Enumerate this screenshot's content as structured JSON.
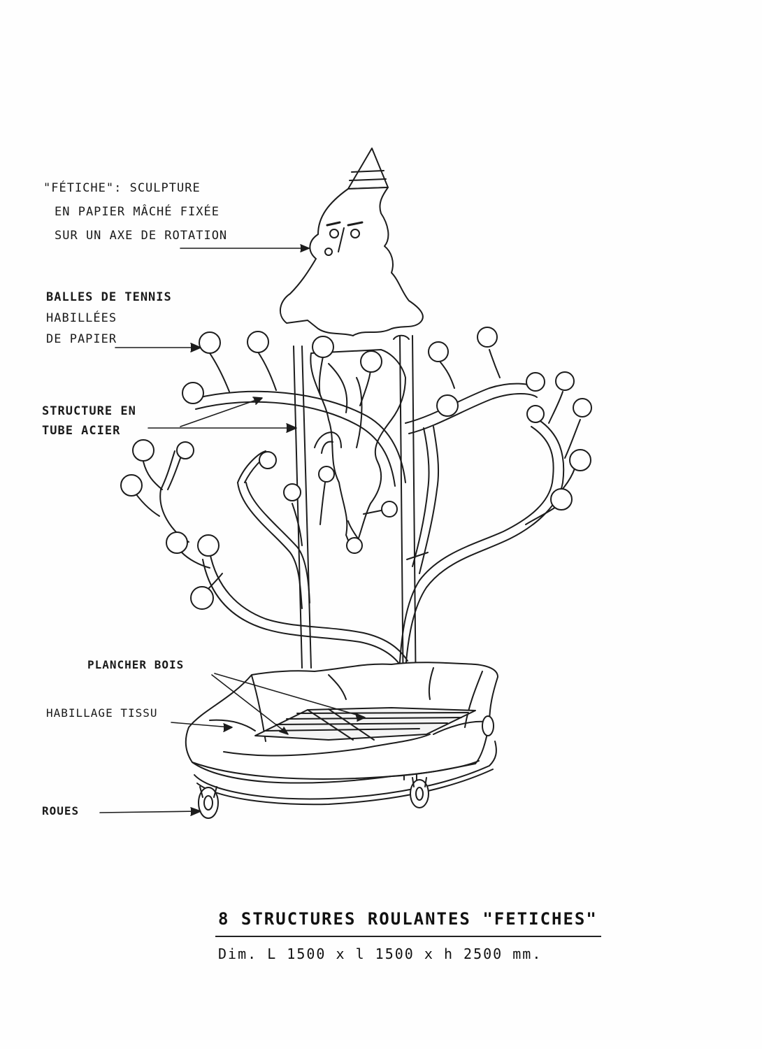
{
  "annotations": {
    "fetiche": [
      "\"FÉTICHE\": SCULPTURE",
      "EN PAPIER MÂCHÉ FIXÉE",
      "SUR UN AXE DE ROTATION"
    ],
    "balles": [
      "BALLES DE TENNIS",
      "HABILLÉES",
      "DE PAPIER"
    ],
    "structure": [
      "STRUCTURE EN",
      "TUBE ACIER"
    ],
    "plancher": "PLANCHER BOIS",
    "habillage": "HABILLAGE TISSU",
    "roues": "ROUES"
  },
  "caption": {
    "title": "8 STRUCTURES ROULANTES \"FETICHES\"",
    "dimensions": "Dim. L 1500 x l 1500 x h 2500 mm."
  }
}
